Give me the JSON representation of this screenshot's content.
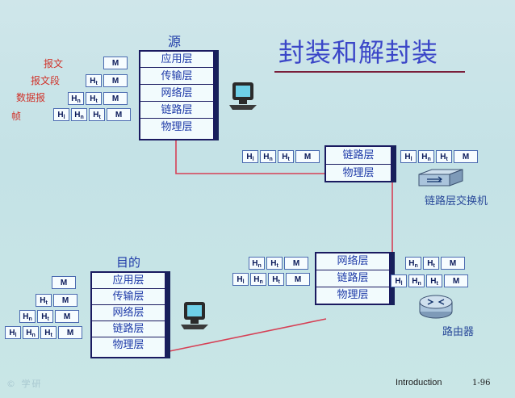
{
  "title": "封装和解封装",
  "footer": {
    "label": "Introduction",
    "page": "1-96"
  },
  "watermark": "© 学研",
  "source": {
    "label": "源",
    "layers": [
      "应用层",
      "传输层",
      "网络层",
      "链路层",
      "物理层"
    ],
    "unit_names": [
      "报文",
      "报文段",
      "数据报",
      "帧"
    ]
  },
  "switch": {
    "label": "链路层交换机",
    "layers": [
      "链路层",
      "物理层"
    ]
  },
  "router": {
    "label": "路由器",
    "layers": [
      "网络层",
      "链路层",
      "物理层"
    ]
  },
  "dest": {
    "label": "目的",
    "layers": [
      "应用层",
      "传输层",
      "网络层",
      "链路层",
      "物理层"
    ]
  },
  "headers": {
    "message": "M",
    "transport": "Ht",
    "network": "Hn",
    "link": "Hl"
  }
}
